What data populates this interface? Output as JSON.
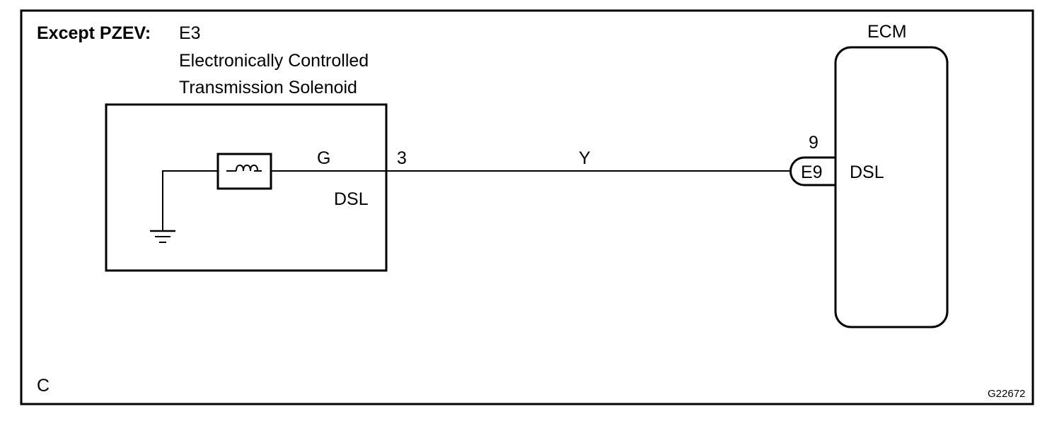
{
  "header": {
    "prefix": "Except PZEV:",
    "component_code": "E3",
    "component_name_line1": "Electronically Controlled",
    "component_name_line2": "Transmission Solenoid"
  },
  "solenoid": {
    "wire_color": "G",
    "pin": "3",
    "signal": "DSL"
  },
  "harness": {
    "wire_color": "Y"
  },
  "ecm": {
    "title": "ECM",
    "connector": "E9",
    "pin": "9",
    "signal": "DSL"
  },
  "footer": {
    "corner_letter": "C",
    "figure_id": "G22672"
  }
}
